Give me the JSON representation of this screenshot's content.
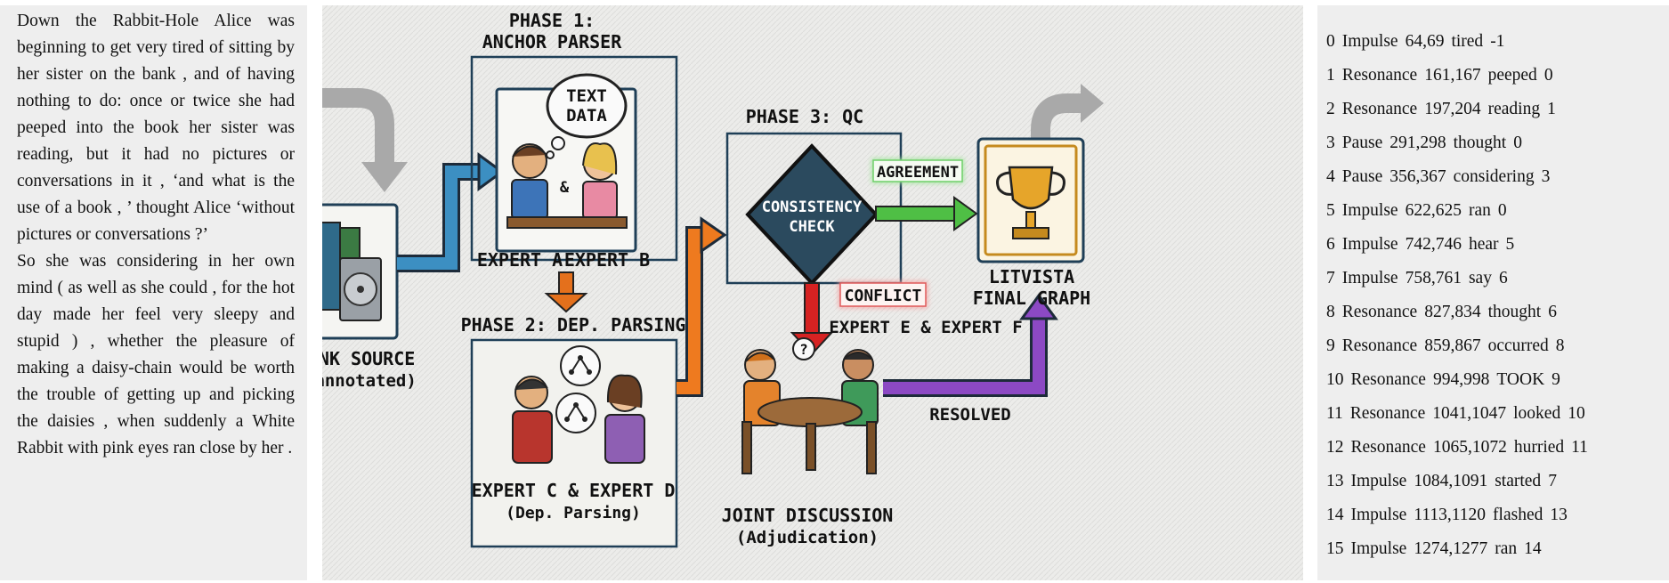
{
  "source_text": {
    "paragraph1": "Down the Rabbit-Hole Alice was beginning to get very tired of sitting by her sister on the bank , and of having nothing to do: once or twice she had peeped into the book her sister was reading, but it had no pictures or conversations in it , ‘and what is the use of a book , ’ thought Alice ‘without pictures or conversations ?’",
    "paragraph2": "So she was considering in her own mind ( as well as she could , for the hot day made her feel very sleepy and stupid ) , whether the pleasure of making a daisy-chain would be worth the trouble of getting up and picking the daisies , when suddenly a White Rabbit with pink eyes ran close by her ."
  },
  "diagram": {
    "phase1_title": "PHASE 1:",
    "phase1_subtitle": "ANCHOR PARSER",
    "text_data_line1": "TEXT",
    "text_data_line2": "DATA",
    "ampersand": "&",
    "expert_a": "EXPERT A",
    "expert_b": "EXPERT B",
    "phase2_title": "PHASE 2: DEP. PARSING",
    "expert_cd": "EXPERT C & EXPERT D",
    "dep_parsing": "(Dep. Parsing)",
    "phase3_title": "PHASE 3: QC",
    "consistency_line1": "CONSISTENCY",
    "consistency_line2": "CHECK",
    "agreement": "AGREEMENT",
    "conflict": "CONFLICT",
    "expert_ef": "EXPERT E & EXPERT F",
    "question_mark": "?",
    "joint_discussion": "JOINT DISCUSSION",
    "adjudication": "(Adjudication)",
    "resolved": "RESOLVED",
    "litbank_source": "LITBANK SOURCE",
    "pre_annotated": "(Pre-annotated)",
    "litvista": "LITVISTA",
    "final_graph": "FINAL GRAPH"
  },
  "annotations": [
    {
      "id": "0",
      "type": "Impulse",
      "span": "64,69",
      "word": "tired",
      "parent": "-1"
    },
    {
      "id": "1",
      "type": "Resonance",
      "span": "161,167",
      "word": "peeped",
      "parent": "0"
    },
    {
      "id": "2",
      "type": "Resonance",
      "span": "197,204",
      "word": "reading",
      "parent": "1"
    },
    {
      "id": "3",
      "type": "Pause",
      "span": "291,298",
      "word": "thought",
      "parent": "0"
    },
    {
      "id": "4",
      "type": "Pause",
      "span": "356,367",
      "word": "considering",
      "parent": "3"
    },
    {
      "id": "5",
      "type": "Impulse",
      "span": "622,625",
      "word": "ran",
      "parent": "0"
    },
    {
      "id": "6",
      "type": "Impulse",
      "span": "742,746",
      "word": "hear",
      "parent": "5"
    },
    {
      "id": "7",
      "type": "Impulse",
      "span": "758,761",
      "word": "say",
      "parent": "6"
    },
    {
      "id": "8",
      "type": "Resonance",
      "span": "827,834",
      "word": "thought",
      "parent": "6"
    },
    {
      "id": "9",
      "type": "Resonance",
      "span": "859,867",
      "word": "occurred",
      "parent": "8"
    },
    {
      "id": "10",
      "type": "Resonance",
      "span": "994,998",
      "word": "TOOK",
      "parent": "9"
    },
    {
      "id": "11",
      "type": "Resonance",
      "span": "1041,1047",
      "word": "looked",
      "parent": "10"
    },
    {
      "id": "12",
      "type": "Resonance",
      "span": "1065,1072",
      "word": "hurried",
      "parent": "11"
    },
    {
      "id": "13",
      "type": "Impulse",
      "span": "1084,1091",
      "word": "started",
      "parent": "7"
    },
    {
      "id": "14",
      "type": "Impulse",
      "span": "1113,1120",
      "word": "flashed",
      "parent": "13"
    },
    {
      "id": "15",
      "type": "Impulse",
      "span": "1274,1277",
      "word": "ran",
      "parent": "14"
    }
  ]
}
